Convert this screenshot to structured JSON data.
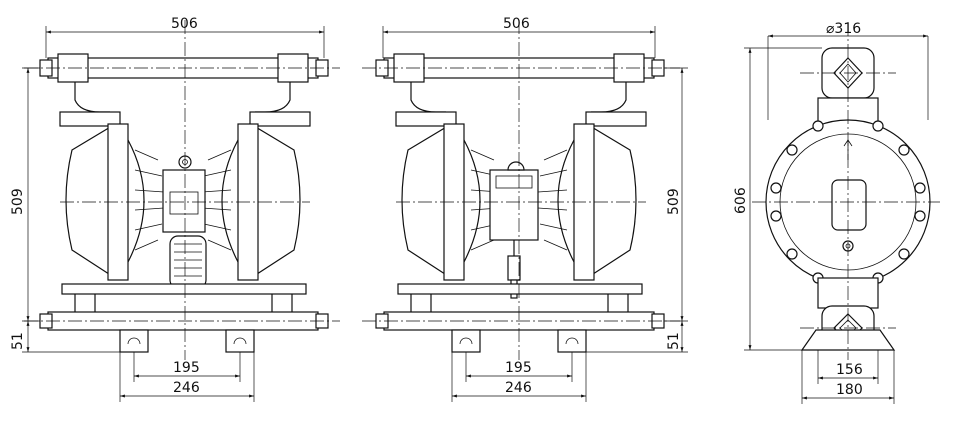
{
  "views": {
    "front": {
      "width": "506",
      "height": "509",
      "base_height": "51",
      "bolt_spacing": "195",
      "foot_width": "246"
    },
    "rear": {
      "width": "506",
      "height": "509",
      "base_height": "51",
      "bolt_spacing": "195",
      "foot_width": "246"
    },
    "side": {
      "port_diameter": "⌀316",
      "overall_height": "606",
      "bolt_spacing": "156",
      "foot_width": "180"
    }
  }
}
